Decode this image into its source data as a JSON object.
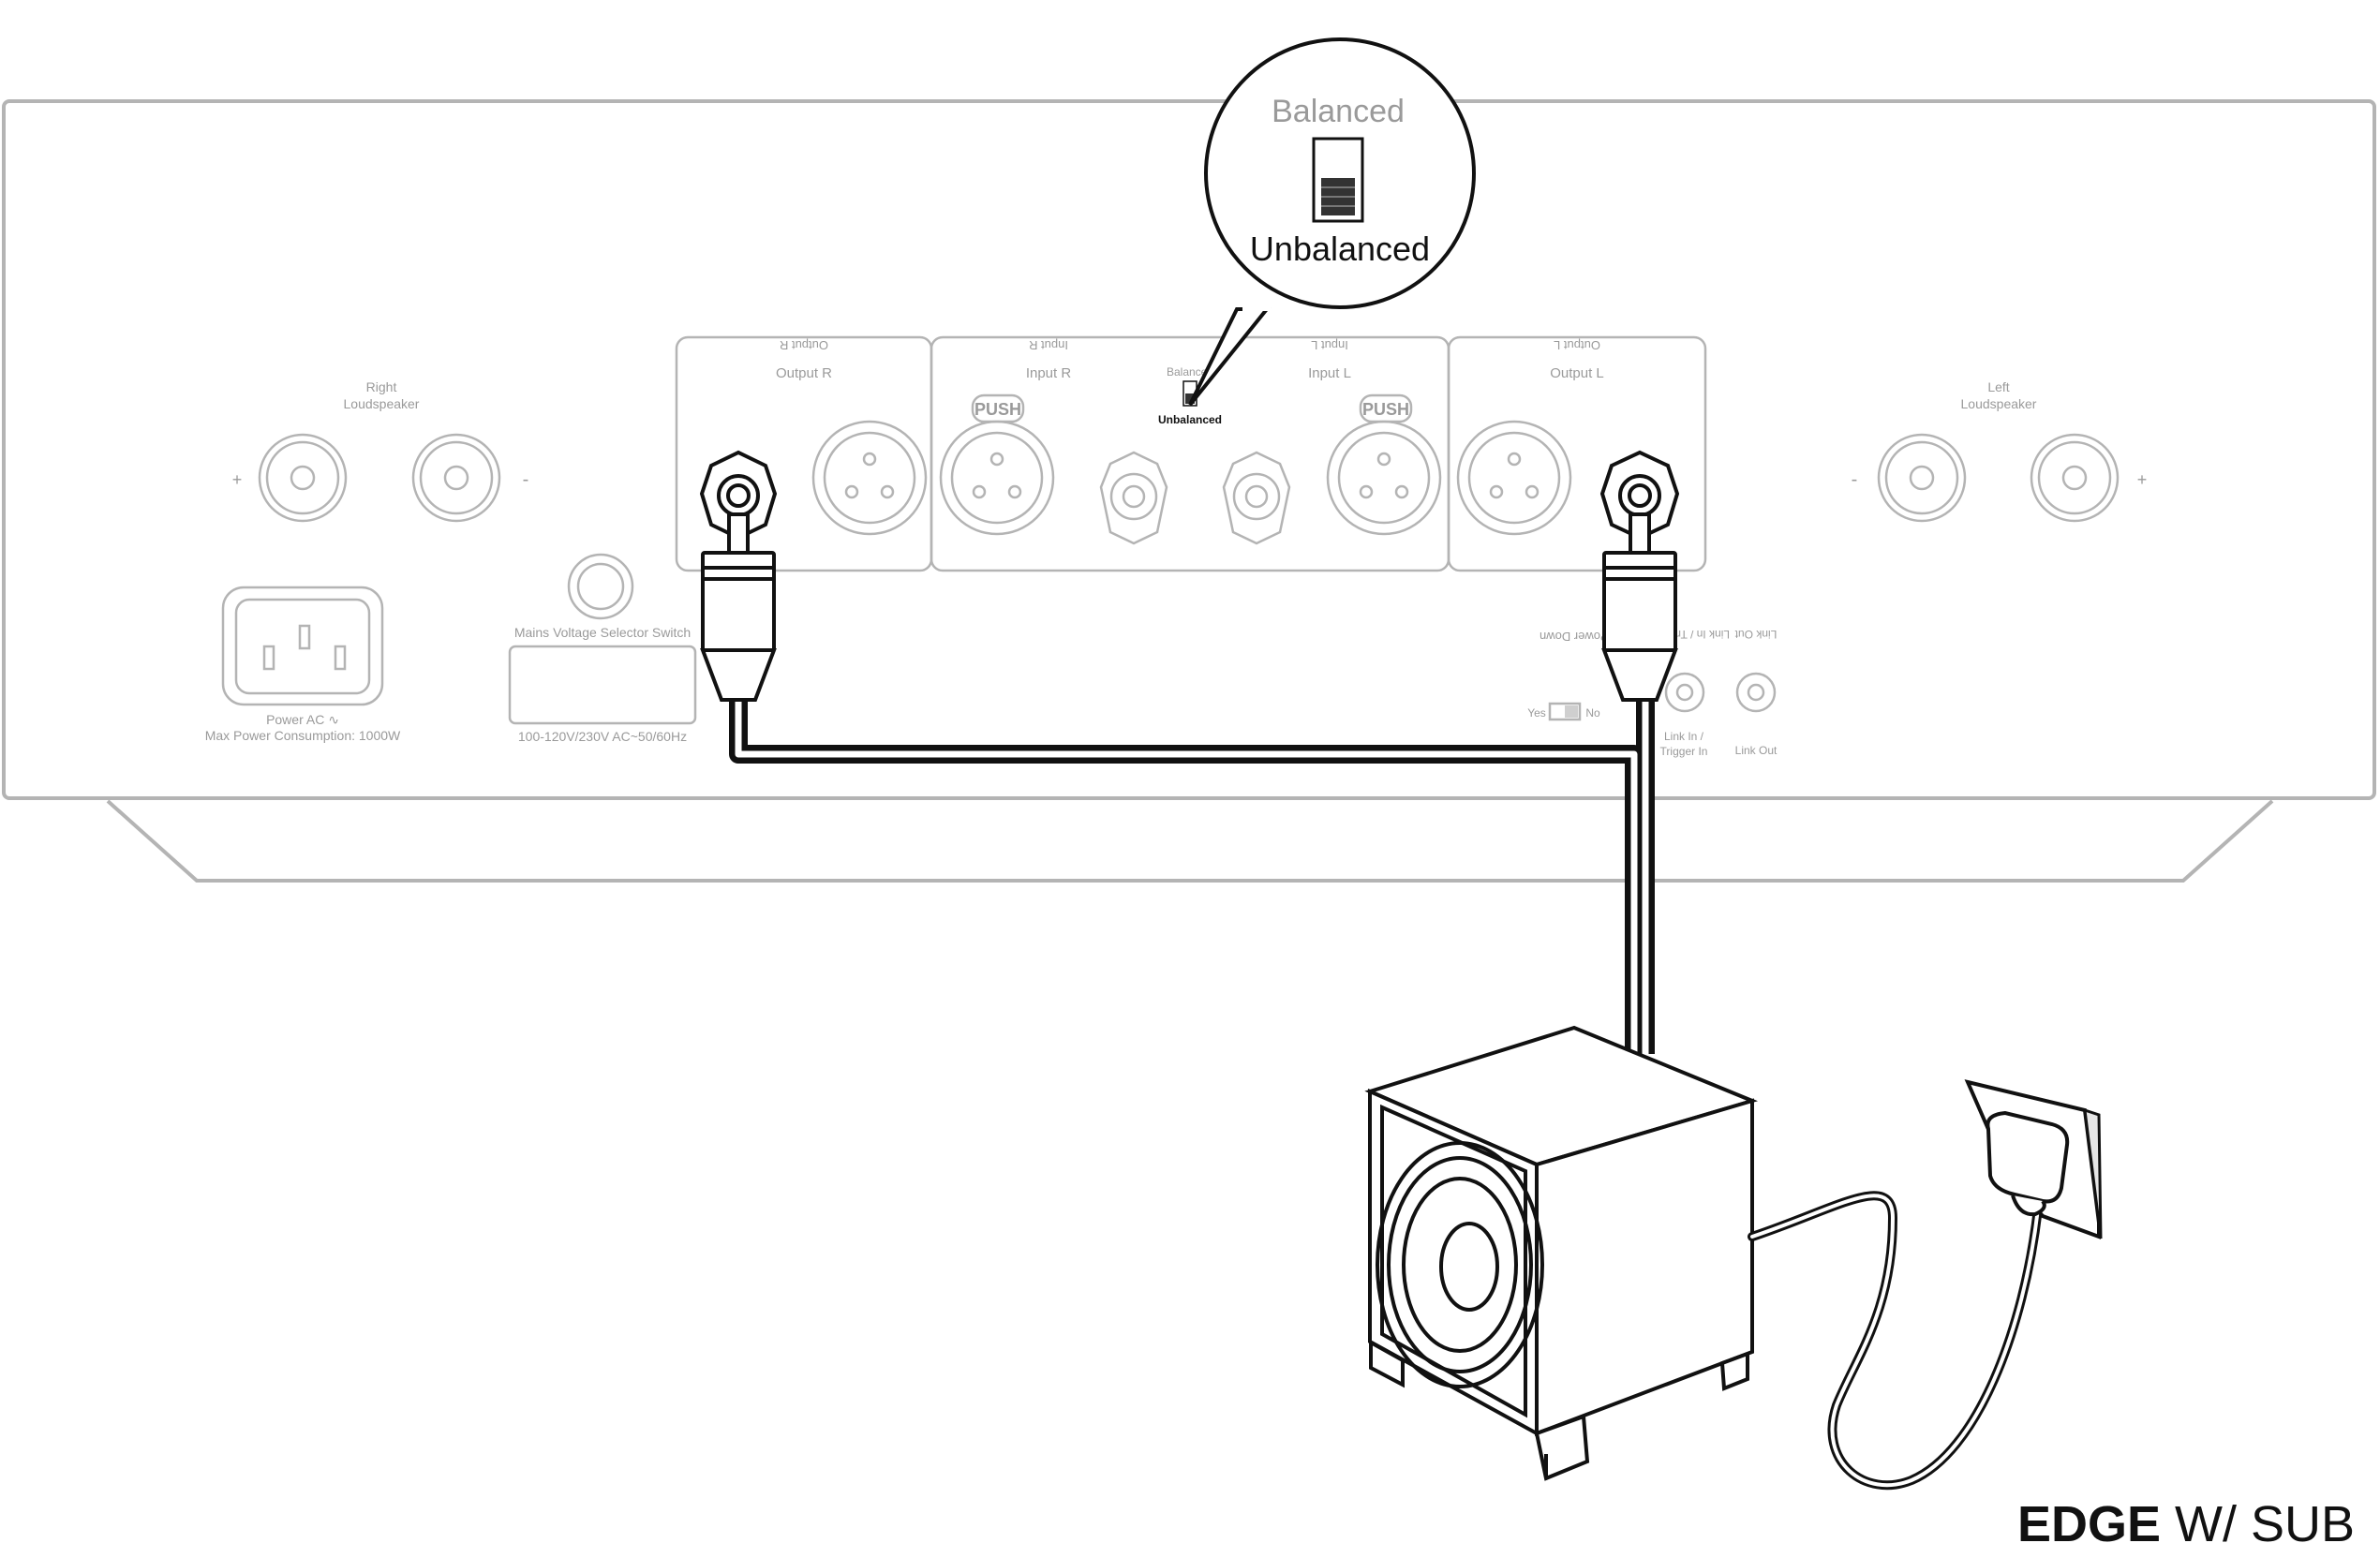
{
  "callout": {
    "balanced": "Balanced",
    "unbalanced": "Unbalanced"
  },
  "panel": {
    "right_loudspeaker": [
      "Right",
      "Loudspeaker"
    ],
    "left_loudspeaker": [
      "Left",
      "Loudspeaker"
    ],
    "plus": "+",
    "minus": "-",
    "power_ac": "Power AC ∿",
    "max_power": "Max Power Consumption: 1000W",
    "mains_selector": "Mains Voltage Selector Switch",
    "voltage": "100-120V/230V AC~50/60Hz",
    "output_r": "Output R",
    "input_r": "Input R",
    "input_l": "Input L",
    "output_l": "Output L",
    "balanced_small": "Balanced",
    "unbalanced_small": "Unbalanced",
    "push": "PUSH",
    "auto_power_down": "Auto Power Down",
    "yes": "Yes",
    "no": "No",
    "link_in": [
      "Link In /",
      "Trigger In"
    ],
    "link_out": "Link Out",
    "link_out_mirror": "Link Out",
    "trigger_mirror": "Link In / Trigger In"
  },
  "product": {
    "name_bold": "EDGE",
    "name_suffix": " W/ SUB"
  },
  "colors": {
    "panel_line": "#b4b4b4",
    "cable": "#111111",
    "text_grey": "#9a9a9a"
  }
}
